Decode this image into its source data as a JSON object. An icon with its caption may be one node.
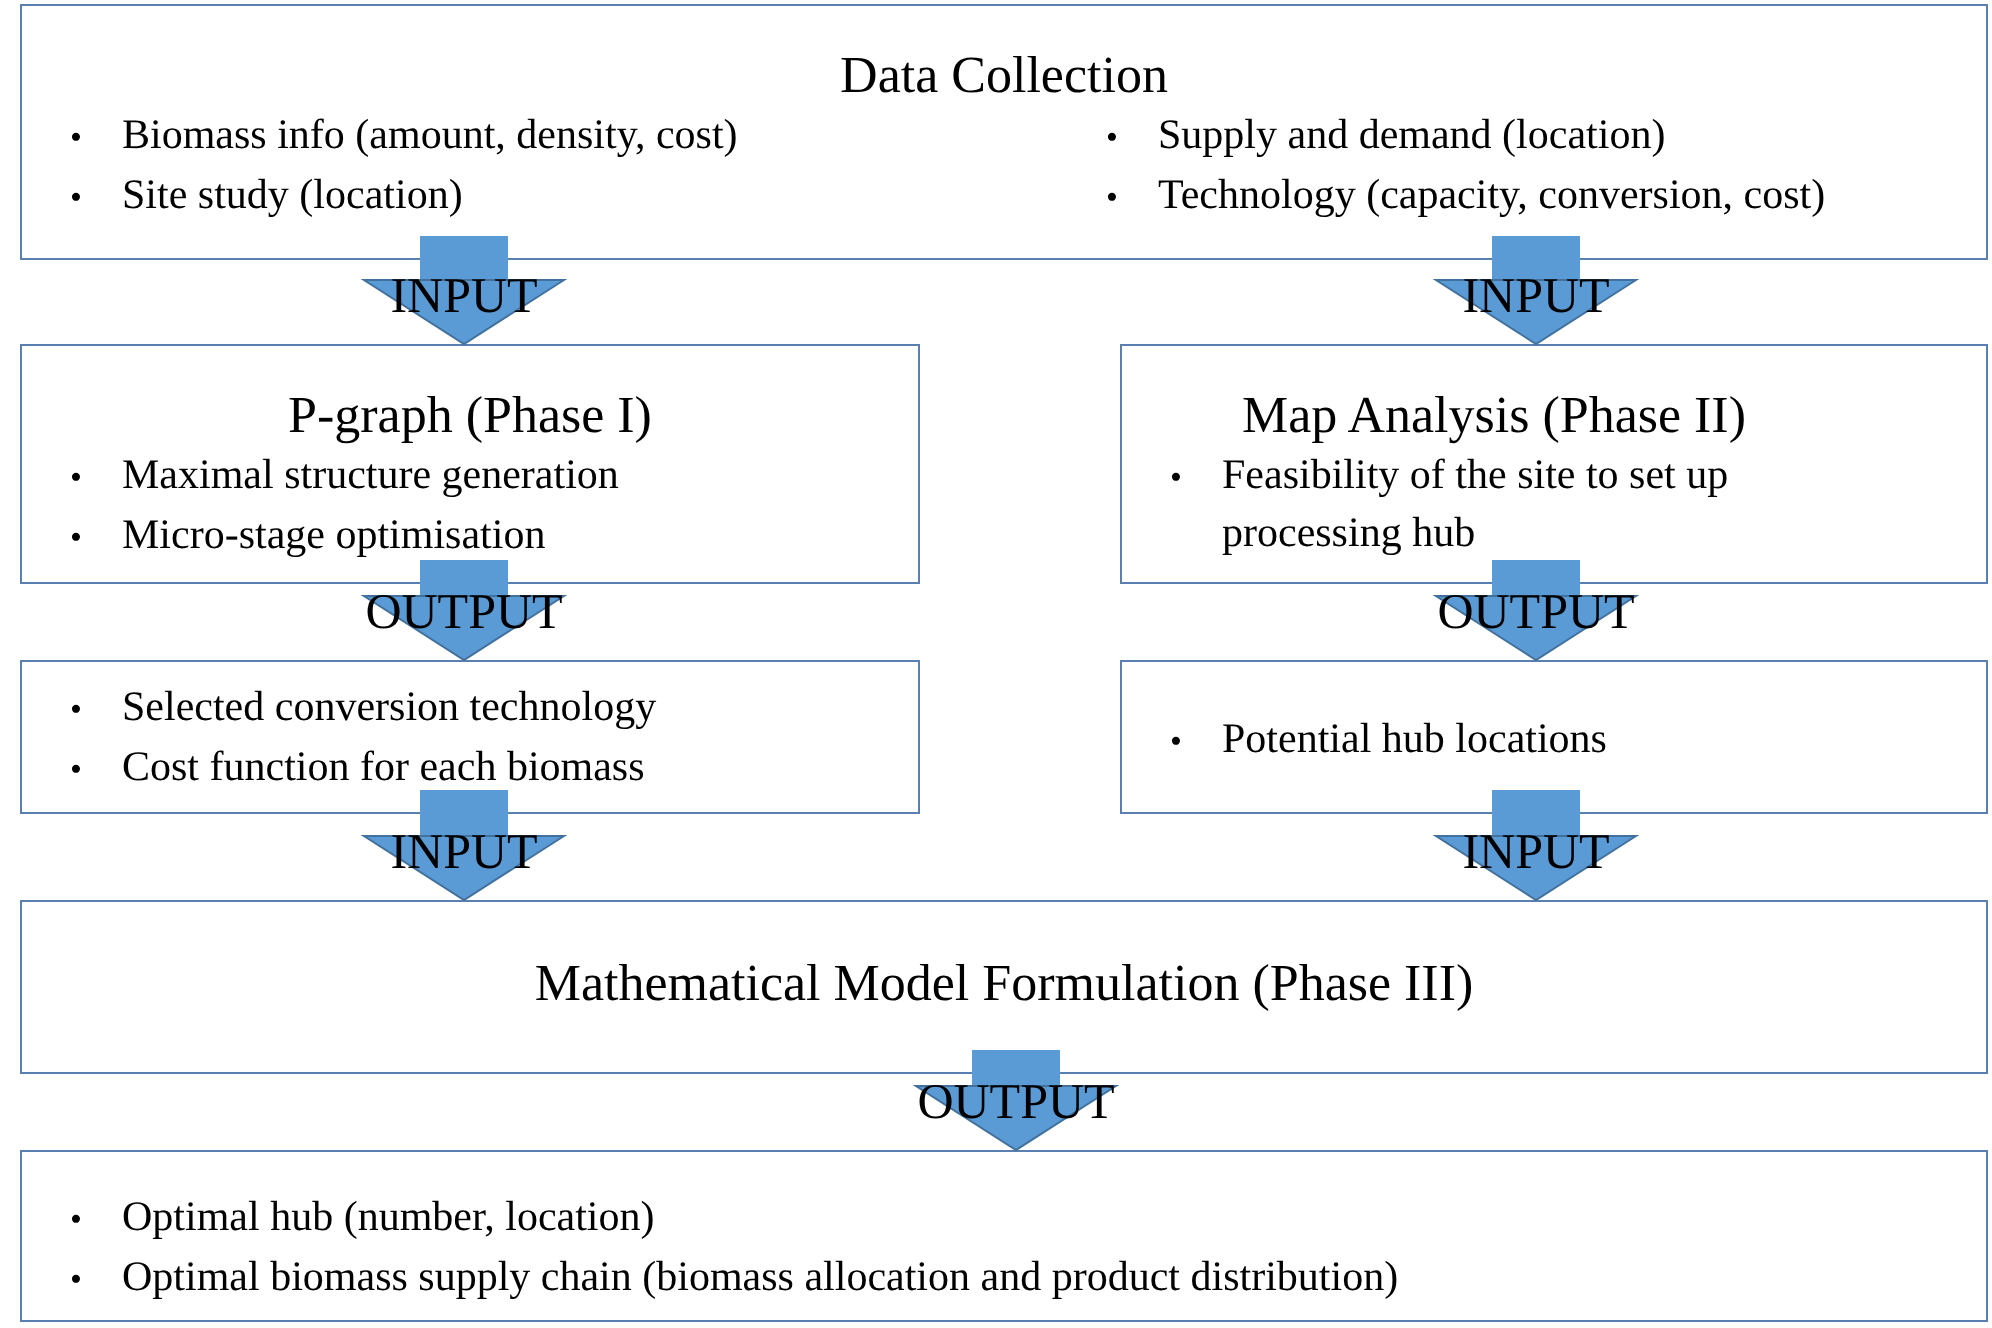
{
  "diagram": {
    "nodes": [
      {
        "text": [
          "Data Collection",
          "• Biomass info (amount, density, cost)",
          "• Site study (location)",
          "• Supply and demand (location)",
          "• Technology (capacity, conversion, cost)"
        ]
      },
      {
        "text": [
          "P-graph (Phase I)",
          "• Maximal structure generation",
          "• Micro-stage optimisation"
        ]
      },
      {
        "text": [
          "Map Analysis (Phase II)",
          "• Feasibility of the site to set up processing hub"
        ]
      },
      {
        "text": [
          "• Selected conversion technology",
          "• Cost function for each biomass"
        ]
      },
      {
        "text": [
          "• Potential hub locations"
        ]
      },
      {
        "text": [
          "Mathematical Model Formulation (Phase III)"
        ]
      },
      {
        "text": [
          "• Optimal hub (number, location)",
          "• Optimal biomass supply chain (biomass allocation and product distribution)"
        ]
      }
    ],
    "edges": [
      {
        "from": 0,
        "to": 1,
        "arrow": "to",
        "label": "INPUT"
      },
      {
        "from": 0,
        "to": 2,
        "arrow": "to",
        "label": "INPUT"
      },
      {
        "from": 1,
        "to": 3,
        "arrow": "to",
        "label": "OUTPUT"
      },
      {
        "from": 2,
        "to": 4,
        "arrow": "to",
        "label": "OUTPUT"
      },
      {
        "from": 3,
        "to": 5,
        "arrow": "to",
        "label": "INPUT"
      },
      {
        "from": 4,
        "to": 5,
        "arrow": "to",
        "label": "INPUT"
      },
      {
        "from": 5,
        "to": 6,
        "arrow": "to",
        "label": "OUTPUT"
      }
    ]
  }
}
